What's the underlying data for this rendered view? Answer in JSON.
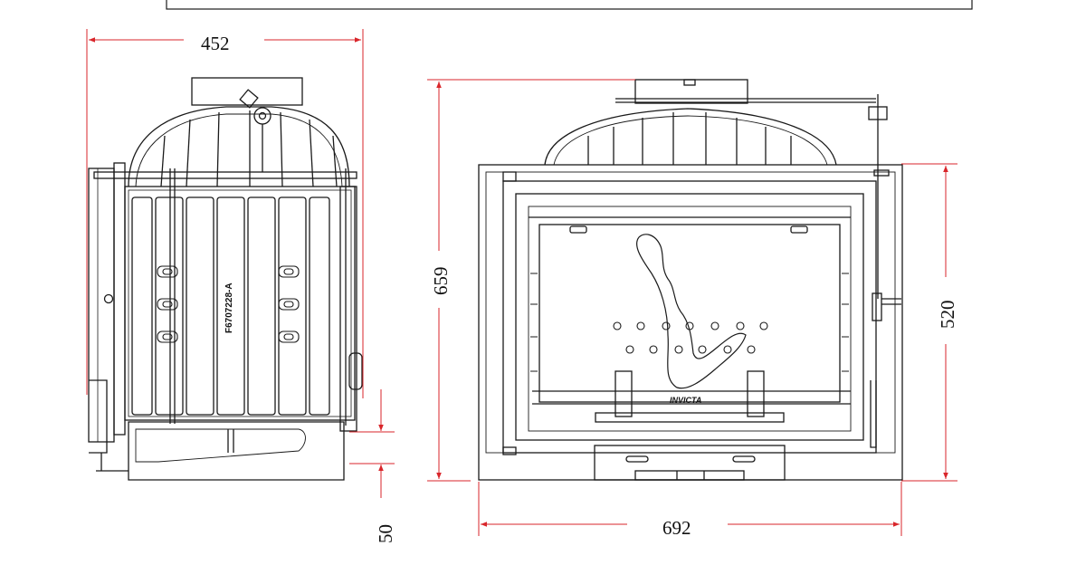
{
  "dimensions": {
    "side_width": "452",
    "overall_height": "659",
    "front_width": "692",
    "door_height": "520",
    "base_offset": "50"
  },
  "labels": {
    "part_number": "F6707228-A",
    "brand": "INVICTA"
  },
  "colors": {
    "outline": "#1a1a1a",
    "dimension": "#d9262b"
  }
}
